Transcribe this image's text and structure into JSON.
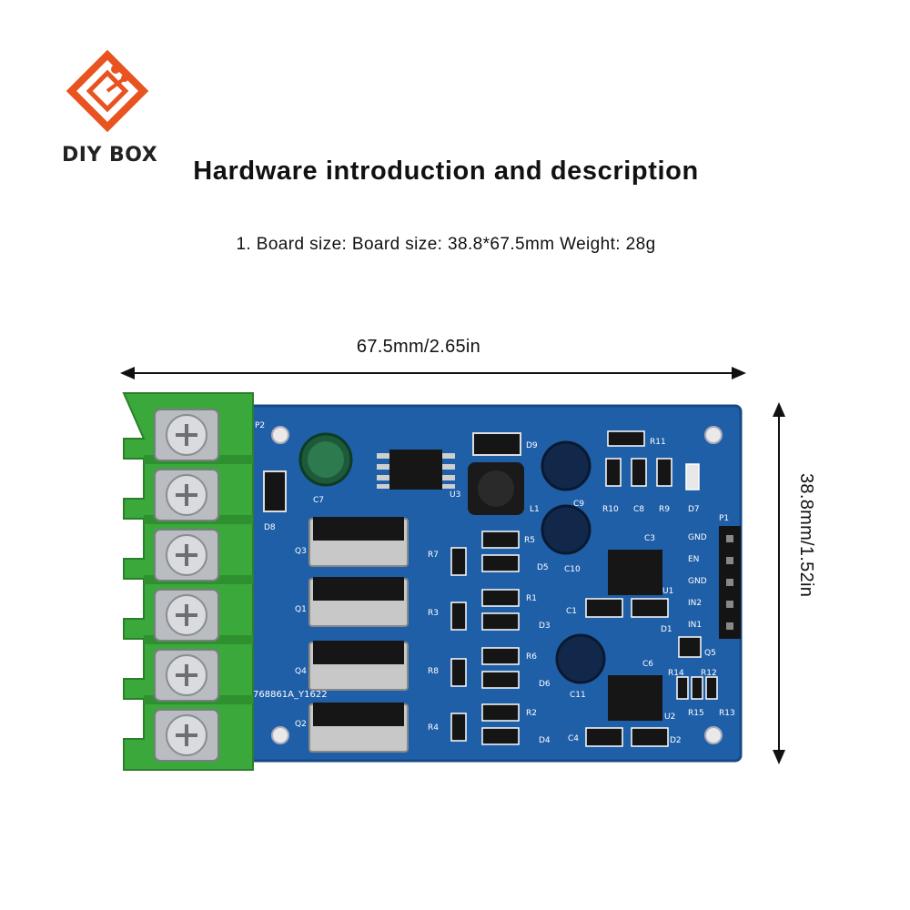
{
  "brand": {
    "name": "DIY BOX",
    "accent": "#e8531f"
  },
  "title": "Hardware introduction and description",
  "subtitle": "1. Board size: Board size: 38.8*67.5mm Weight: 28g",
  "dimensions": {
    "width_label": "67.5mm/2.65in",
    "height_label": "38.8mm/1.52in"
  },
  "board": {
    "pcb_color": "#1f5fa8",
    "terminal_color": "#3aa83a",
    "silkscreen": {
      "code": "768861A_Y1622",
      "pins": [
        "GND",
        "EN",
        "GND",
        "IN2",
        "IN1"
      ],
      "header": "P1",
      "terminal": "P2",
      "refs": [
        "C7",
        "D8",
        "U3",
        "D9",
        "L1",
        "C9",
        "R11",
        "R10",
        "C8",
        "R9",
        "D7",
        "Q3",
        "R7",
        "R5",
        "D5",
        "C10",
        "C3",
        "R3",
        "R1",
        "D3",
        "C1",
        "U1",
        "D1",
        "Q1",
        "Q4",
        "R8",
        "R6",
        "D6",
        "C11",
        "C6",
        "R14",
        "R12",
        "Q5",
        "R15",
        "R13",
        "Q2",
        "R4",
        "R2",
        "D4",
        "C4",
        "U2",
        "D2"
      ]
    }
  }
}
